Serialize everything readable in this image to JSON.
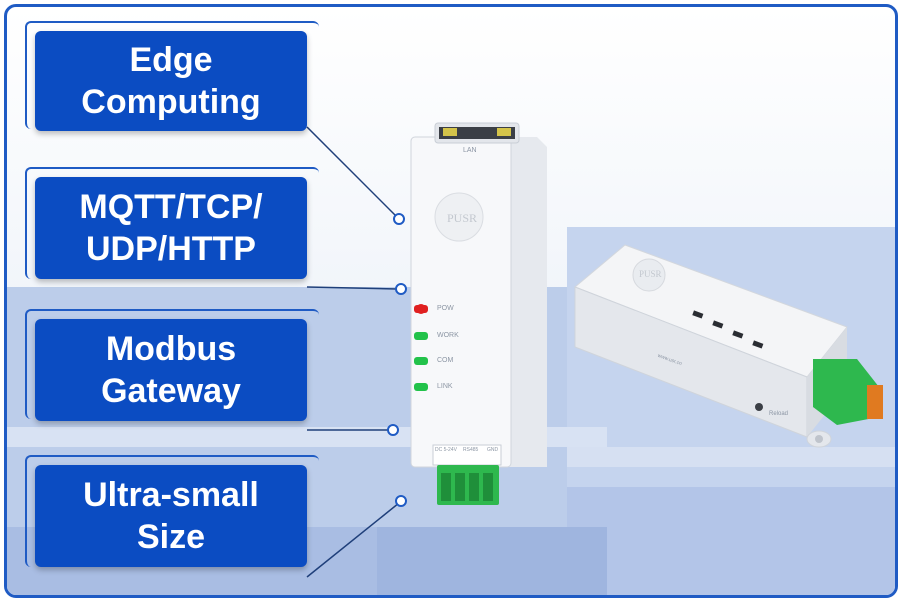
{
  "labels": [
    {
      "line1": "Edge",
      "line2": "Computing"
    },
    {
      "line1": "MQTT/TCP/",
      "line2": "UDP/HTTP"
    },
    {
      "line1": "Modbus",
      "line2": "Gateway"
    },
    {
      "line1": "Ultra-small",
      "line2": "Size"
    }
  ],
  "device": {
    "brand": "PUSR",
    "port": "LAN",
    "leds": [
      "POW",
      "WORK",
      "COM",
      "LINK"
    ],
    "terminal_power": "DC 5-24V",
    "terminal_bus": "RS485",
    "terminal_gnd": "GND",
    "reload": "Reload",
    "url": "www.usr.cn"
  },
  "colors": {
    "accent": "#0b4cc2",
    "frame": "#1f5bc4",
    "led_red": "#e02020",
    "led_green": "#22c24a",
    "terminal_green": "#2eb84e"
  }
}
